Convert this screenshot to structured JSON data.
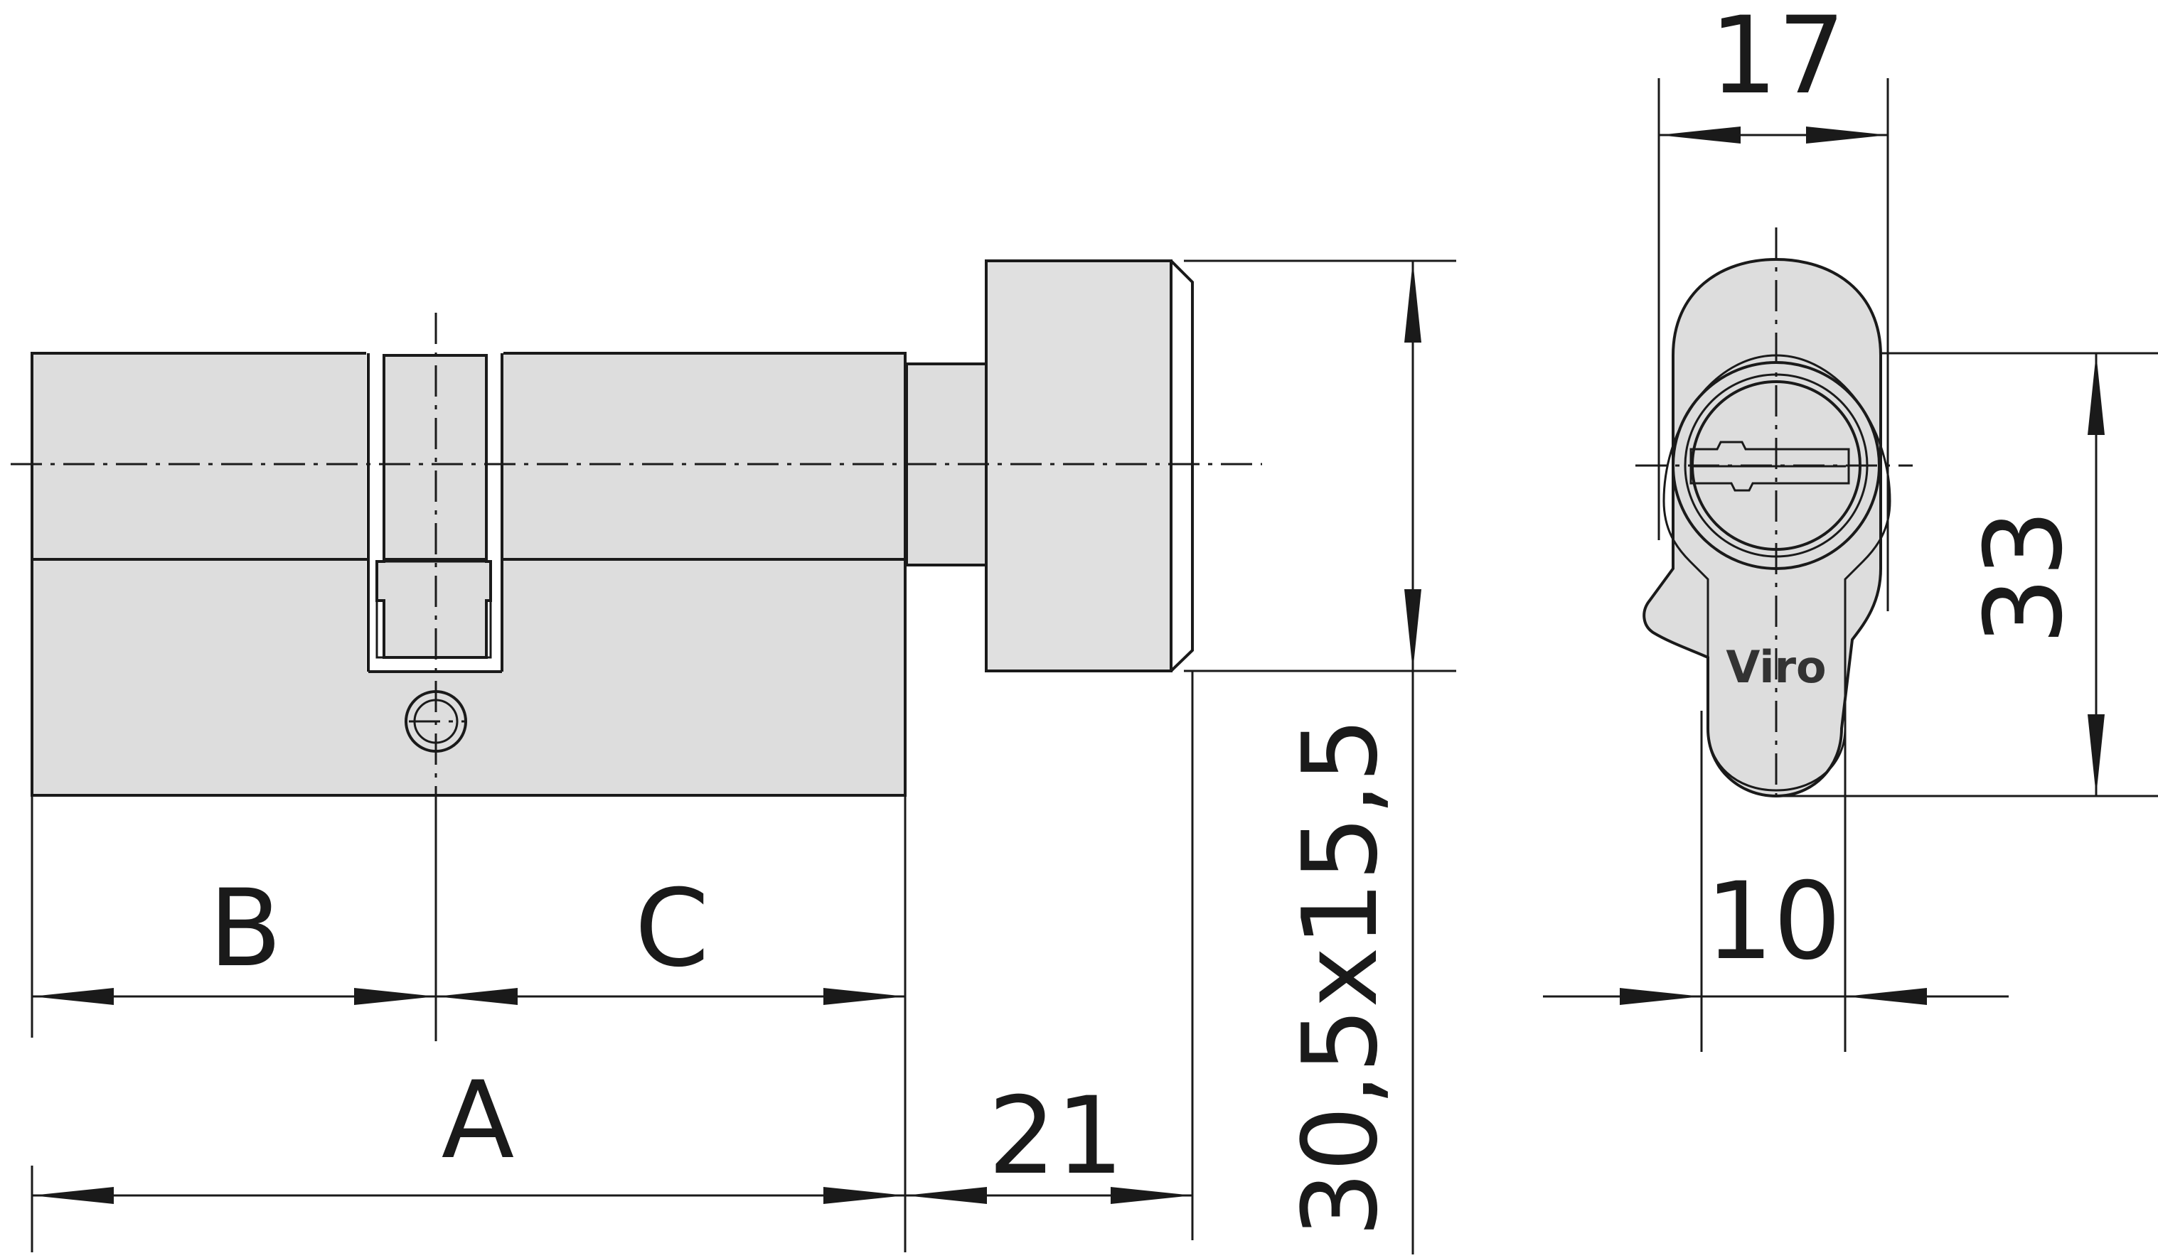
{
  "dimensions": {
    "a": "A",
    "b": "B",
    "c": "C",
    "knob_length": "21",
    "knob_size": "30,5x15,5",
    "width_top": "17",
    "height": "33",
    "width_bottom": "10"
  },
  "brand": "Viro",
  "colors": {
    "line": "#1a1a1a",
    "body_fill": "#dddddd",
    "background": "#ffffff"
  }
}
